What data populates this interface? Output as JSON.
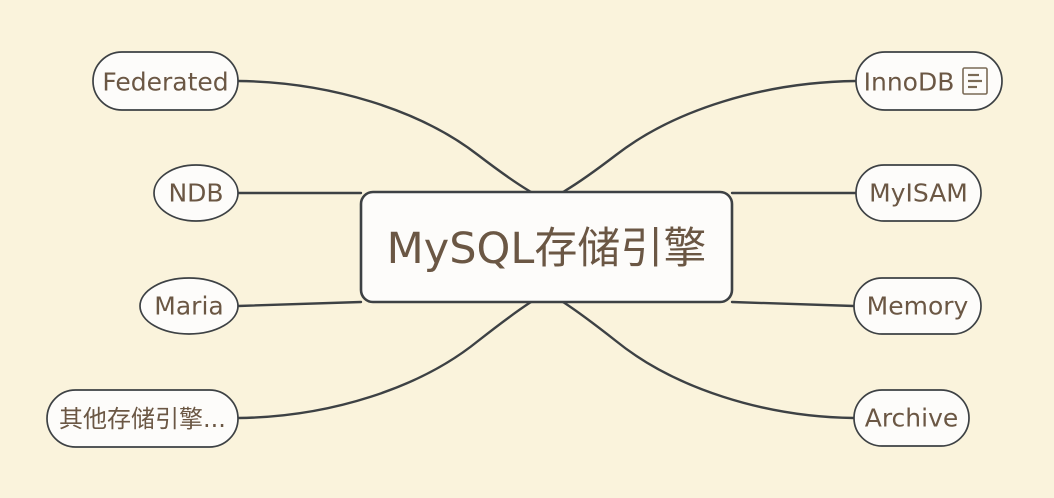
{
  "diagram": {
    "type": "mind-map",
    "background_color": "#faf3dc",
    "stroke_color": "#3d4144",
    "node_fill_color": "#fdfcfa",
    "text_color": "#6b5744",
    "central": {
      "label": "MySQL存储引擎",
      "shape": "rounded-rectangle"
    },
    "branches_left": [
      {
        "id": "federated",
        "label": "Federated",
        "shape": "pill",
        "connector": "curve"
      },
      {
        "id": "ndb",
        "label": "NDB",
        "shape": "ellipse",
        "connector": "straight"
      },
      {
        "id": "maria",
        "label": "Maria",
        "shape": "ellipse",
        "connector": "straight"
      },
      {
        "id": "other-engines",
        "label": "其他存储引擎...",
        "shape": "pill",
        "connector": "curve"
      }
    ],
    "branches_right": [
      {
        "id": "innodb",
        "label": "InnoDB",
        "shape": "pill",
        "connector": "curve",
        "icon": "note-icon"
      },
      {
        "id": "myisam",
        "label": "MyISAM",
        "shape": "pill",
        "connector": "straight"
      },
      {
        "id": "memory",
        "label": "Memory",
        "shape": "pill",
        "connector": "straight"
      },
      {
        "id": "archive",
        "label": "Archive",
        "shape": "pill",
        "connector": "curve"
      }
    ]
  }
}
